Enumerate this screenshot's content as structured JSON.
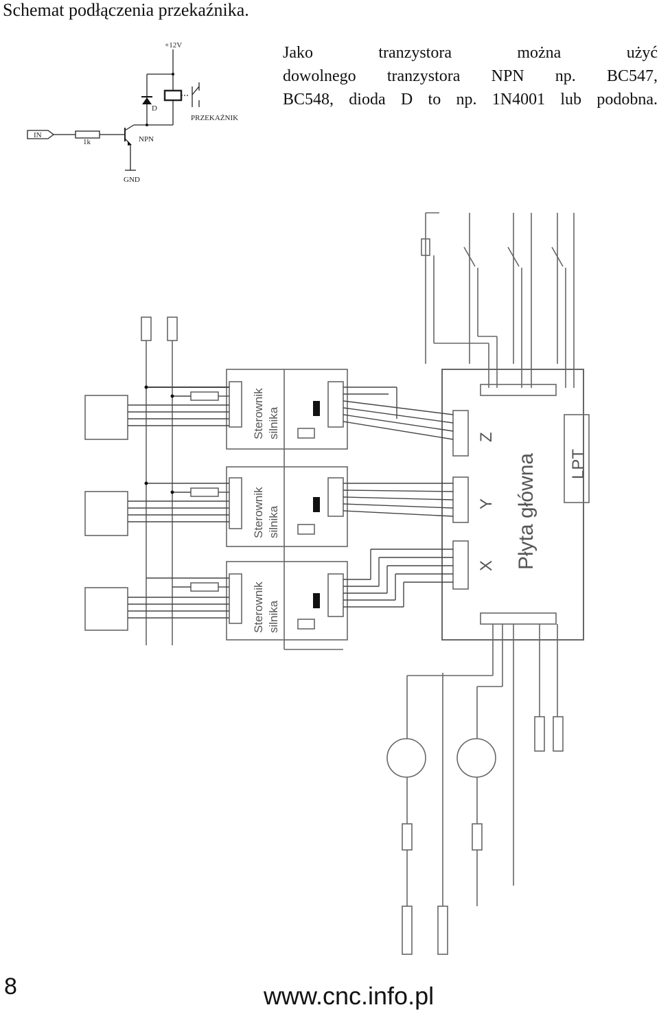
{
  "title": "Schemat podłączenia przekaźnika.",
  "note_lines": [
    "Jako tranzystora można użyć",
    "dowolnego tranzystora NPN np. BC547,",
    "BC548, dioda D to np. 1N4001 lub podobna."
  ],
  "relay": {
    "supply": "+12V",
    "diode": "D",
    "relay": "PRZEKAŹNIK",
    "input": "IN",
    "resistor": "1k",
    "transistor": "NPN",
    "ground": "GND"
  },
  "wiring": {
    "driver_label": "Sterownik silnika",
    "driver_line1": "Sterownik",
    "driver_line2": "silnika",
    "mainboard": "Płyta główna",
    "lpt": "LPT",
    "axis_x": "X",
    "axis_y": "Y",
    "axis_z": "Z"
  },
  "page_number": "8",
  "footer": "www.cnc.info.pl"
}
